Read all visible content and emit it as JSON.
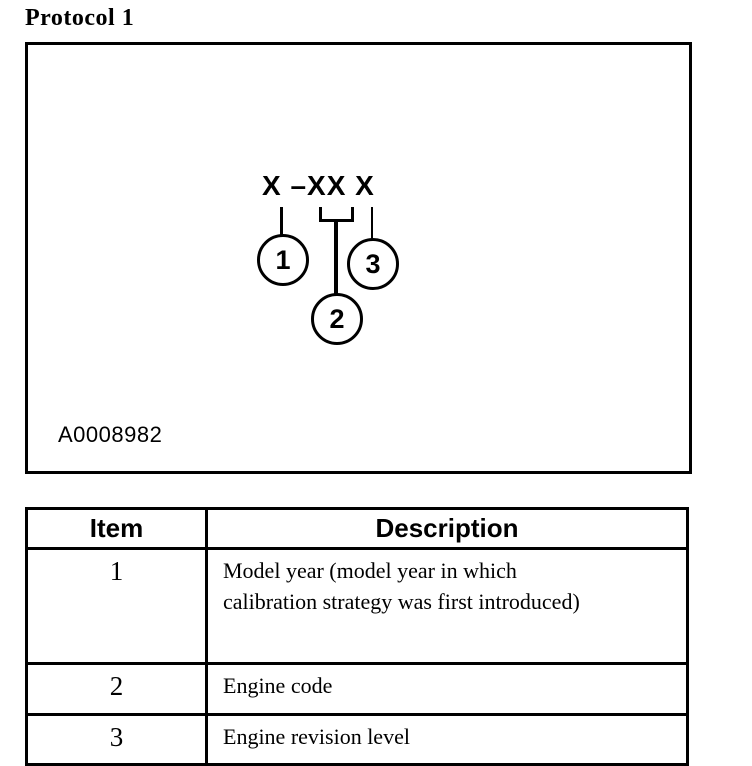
{
  "title": "Protocol 1",
  "figure": {
    "pattern": "X –XX X",
    "figure_id": "A0008982",
    "callouts": {
      "c1": "1",
      "c2": "2",
      "c3": "3"
    }
  },
  "table": {
    "header": {
      "item": "Item",
      "description": "Description"
    },
    "rows": [
      {
        "item": "1",
        "description": "Model year (model year in which calibration strategy was first introduced)"
      },
      {
        "item": "2",
        "description": "Engine code"
      },
      {
        "item": "3",
        "description": "Engine revision level"
      }
    ]
  },
  "colors": {
    "ink": "#000000",
    "paper": "#ffffff"
  }
}
